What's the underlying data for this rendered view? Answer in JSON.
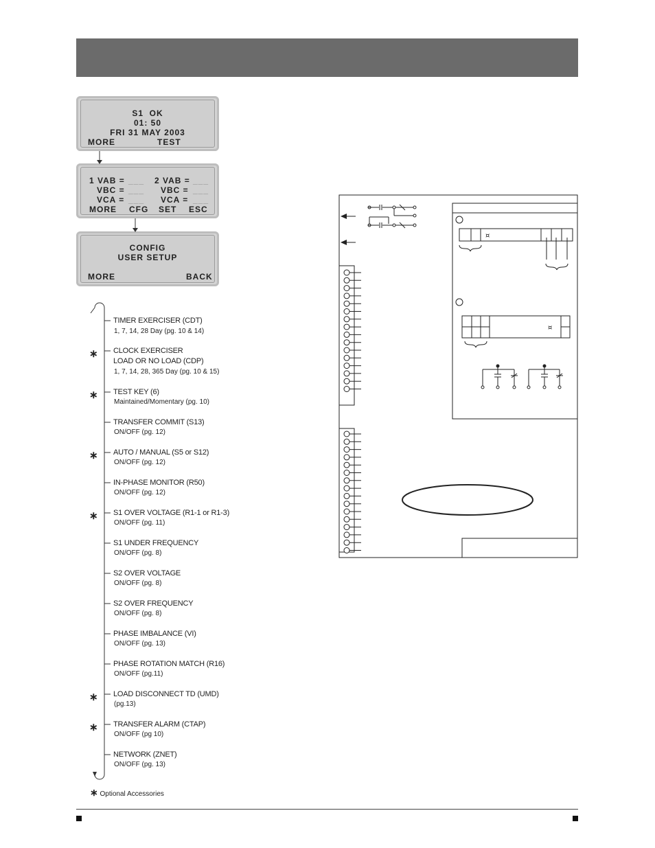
{
  "screens": [
    {
      "lines": [
        "S1  OK",
        "01: 50",
        "FRI 31 MAY 2003"
      ],
      "softkeys": [
        "MORE",
        "TEST"
      ]
    },
    {
      "rows": [
        [
          "1 VAB =",
          "___",
          "2 VAB =",
          "___"
        ],
        [
          "VBC =",
          "___",
          "VBC =",
          "___"
        ],
        [
          "VCA =",
          "___",
          "VCA =",
          "___"
        ]
      ],
      "softkeys": [
        "MORE",
        "CFG",
        "SET",
        "ESC"
      ]
    },
    {
      "lines": [
        "CONFIG",
        "USER SETUP"
      ],
      "softkeys": [
        "MORE",
        "BACK"
      ]
    }
  ],
  "menu_items": [
    {
      "title": "TIMER EXERCISER (CDT)",
      "detail": "1, 7, 14, 28 Day (pg. 10 & 14)",
      "optional": false
    },
    {
      "title": "CLOCK EXERCISER",
      "title2": "LOAD OR NO LOAD (CDP)",
      "detail": "1, 7, 14, 28, 365 Day (pg. 10 & 15)",
      "optional": true
    },
    {
      "title": "TEST KEY (6)",
      "detail": "Maintained/Momentary (pg. 10)",
      "optional": true
    },
    {
      "title": "TRANSFER COMMIT (S13)",
      "detail": "ON/OFF (pg. 12)",
      "optional": false
    },
    {
      "title": "AUTO / MANUAL (S5 or S12)",
      "detail": "ON/OFF (pg. 12)",
      "optional": true
    },
    {
      "title": "IN-PHASE MONITOR (R50)",
      "detail": "ON/OFF (pg. 12)",
      "optional": false
    },
    {
      "title": "S1 OVER VOLTAGE (R1-1 or R1-3)",
      "detail": "ON/OFF (pg. 11)",
      "optional": true
    },
    {
      "title": "S1 UNDER FREQUENCY",
      "detail": "ON/OFF (pg. 8)",
      "optional": false
    },
    {
      "title": "S2 OVER VOLTAGE",
      "detail": "ON/OFF (pg. 8)",
      "optional": false
    },
    {
      "title": "S2 OVER FREQUENCY",
      "detail": "ON/OFF (pg. 8)",
      "optional": false
    },
    {
      "title": "PHASE IMBALANCE (VI)",
      "detail": "ON/OFF (pg. 13)",
      "optional": false
    },
    {
      "title": "PHASE ROTATION MATCH (R16)",
      "detail": "ON/OFF (pg.11)",
      "optional": false
    },
    {
      "title": "LOAD DISCONNECT TD (UMD)",
      "detail": "(pg.13)",
      "optional": true
    },
    {
      "title": "TRANSFER ALARM (CTAP)",
      "detail": "ON/OFF (pg 10)",
      "optional": true
    },
    {
      "title": "NETWORK (ZNET)",
      "detail": "ON/OFF (pg. 13)",
      "optional": false
    }
  ],
  "optional_symbol": "∗",
  "footnote": "Optional Accessories",
  "diagram_symbols": {
    "battery_symbol": "¤"
  }
}
